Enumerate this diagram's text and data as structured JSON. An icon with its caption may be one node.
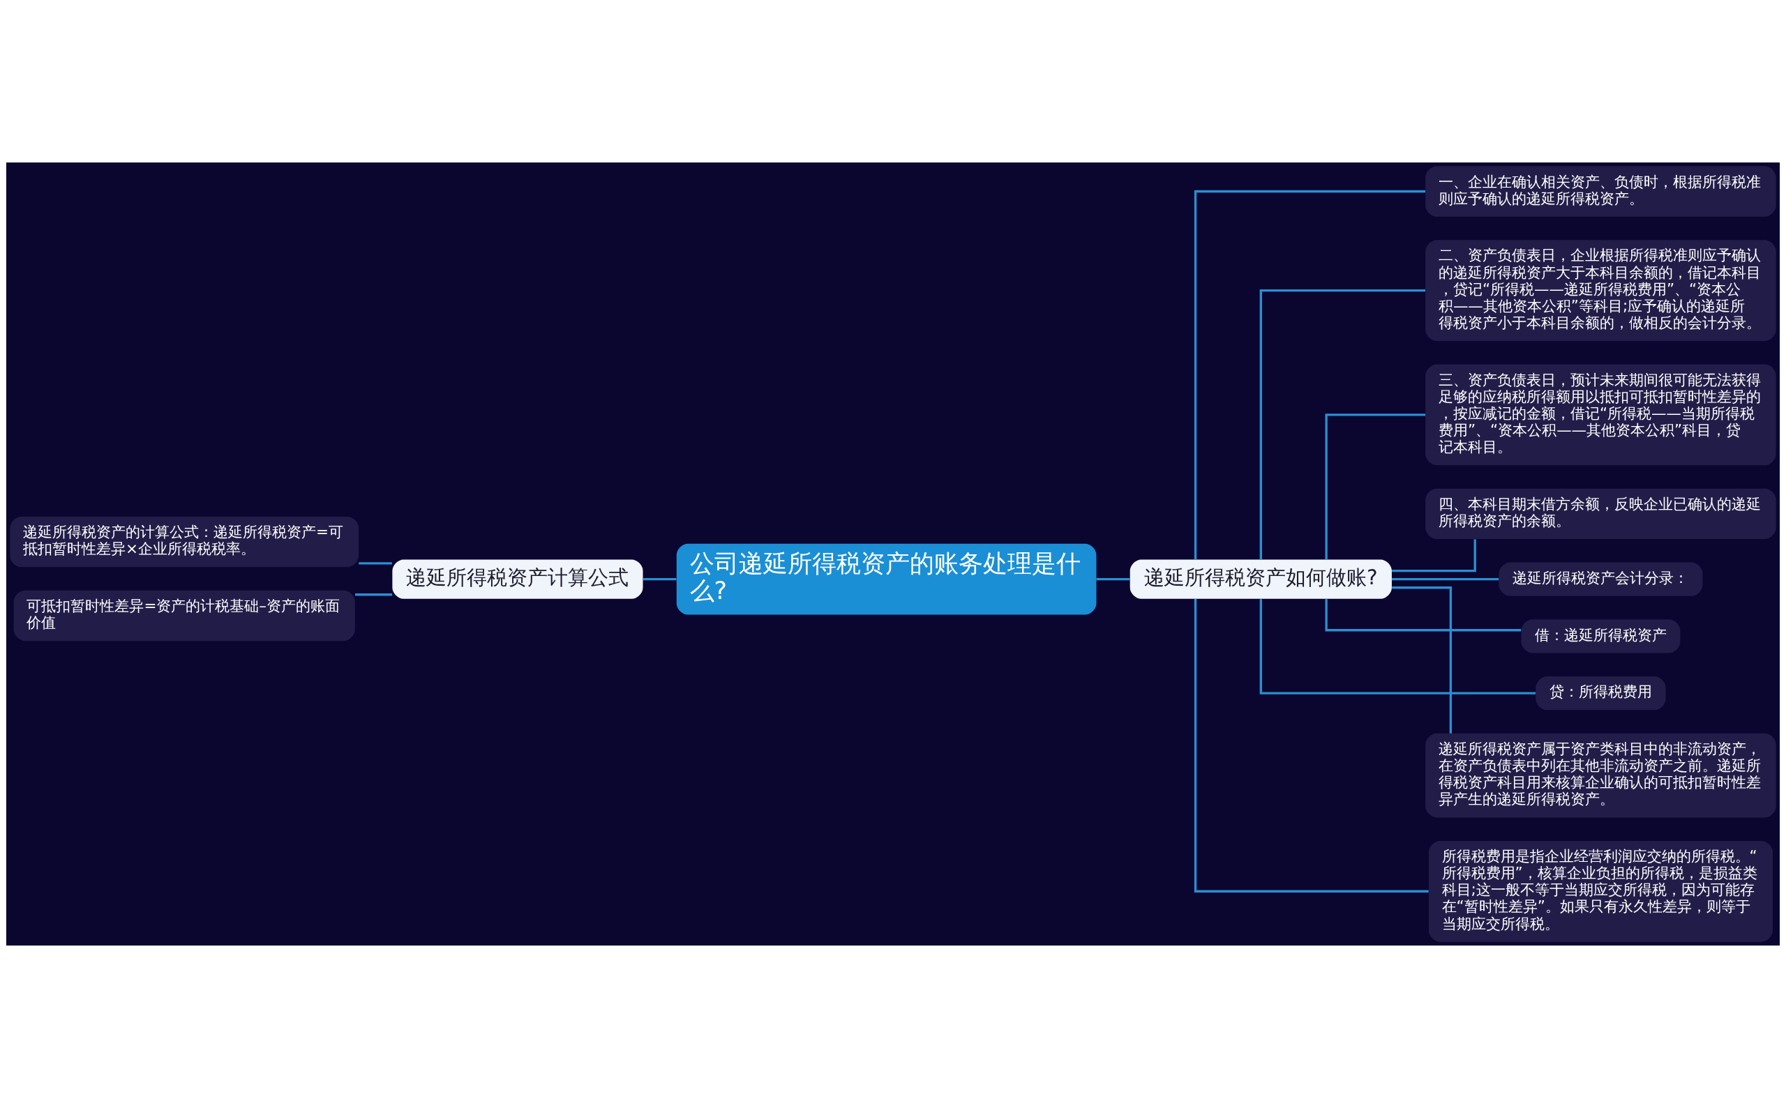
{
  "diagram": {
    "nodes": [
      {
        "text": [
          "公司递延所得税资产的账务处理是什么?"
        ]
      },
      {
        "text": [
          "递延所得税资产计算公式"
        ]
      },
      {
        "text": [
          "递延所得税资产的计算公式：递延所得税资产=可抵扣暂时性差异×企业所得税税率。"
        ]
      },
      {
        "text": [
          "可抵扣暂时性差异=资产的计税基础–资产的账面价值"
        ]
      },
      {
        "text": [
          "递延所得税资产如何做账?"
        ]
      },
      {
        "text": [
          "一、企业在确认相关资产、负债时，根据所得税准则应予确认的递延所得税资产。"
        ]
      },
      {
        "text": [
          "二、资产负债表日，企业根据所得税准则应予确认的递延所得税资产大于本科目余额的，借记本科目，贷记“所得税——递延所得税费用”、“资本公积——其他资本公积”等科目;应予确认的递延所得税资产小于本科目余额的，做相反的会计分录。"
        ]
      },
      {
        "text": [
          "三、资产负债表日，预计未来期间很可能无法获得足够的应纳税所得额用以抵扣可抵扣暂时性差异的，按应减记的金额，借记“所得税——当期所得税费用”、“资本公积——其他资本公积”科目，贷记本科目。"
        ]
      },
      {
        "text": [
          "四、本科目期末借方余额，反映企业已确认的递延所得税资产的余额。"
        ]
      },
      {
        "text": [
          "递延所得税资产会计分录："
        ]
      },
      {
        "text": [
          "借：递延所得税资产"
        ]
      },
      {
        "text": [
          "贷：所得税费用"
        ]
      },
      {
        "text": [
          "递延所得税资产属于资产类科目中的非流动资产，在资产负债表中列在其他非流动资产之前。递延所得税资产科目用来核算企业确认的可抵扣暂时性差异产生的递延所得税资产。"
        ]
      },
      {
        "text": [
          "所得税费用是指企业经营利润应交纳的所得税。“所得税费用”，核算企业负担的所得税，是损益类科目;这一般不等于当期应交所得税，因为可能存在“暂时性差异”。如果只有永久性差异，则等于当期应交所得税。"
        ]
      }
    ],
    "edges": [
      {
        "from": 0,
        "to": 1,
        "arrow": "none"
      },
      {
        "from": 1,
        "to": 2,
        "arrow": "none"
      },
      {
        "from": 1,
        "to": 3,
        "arrow": "none"
      },
      {
        "from": 0,
        "to": 4,
        "arrow": "none"
      },
      {
        "from": 4,
        "to": 5,
        "arrow": "none"
      },
      {
        "from": 4,
        "to": 6,
        "arrow": "none"
      },
      {
        "from": 4,
        "to": 7,
        "arrow": "none"
      },
      {
        "from": 4,
        "to": 8,
        "arrow": "none"
      },
      {
        "from": 4,
        "to": 9,
        "arrow": "none"
      },
      {
        "from": 4,
        "to": 10,
        "arrow": "none"
      },
      {
        "from": 4,
        "to": 11,
        "arrow": "none"
      },
      {
        "from": 4,
        "to": 12,
        "arrow": "none"
      },
      {
        "from": 4,
        "to": 13,
        "arrow": "none"
      }
    ]
  }
}
